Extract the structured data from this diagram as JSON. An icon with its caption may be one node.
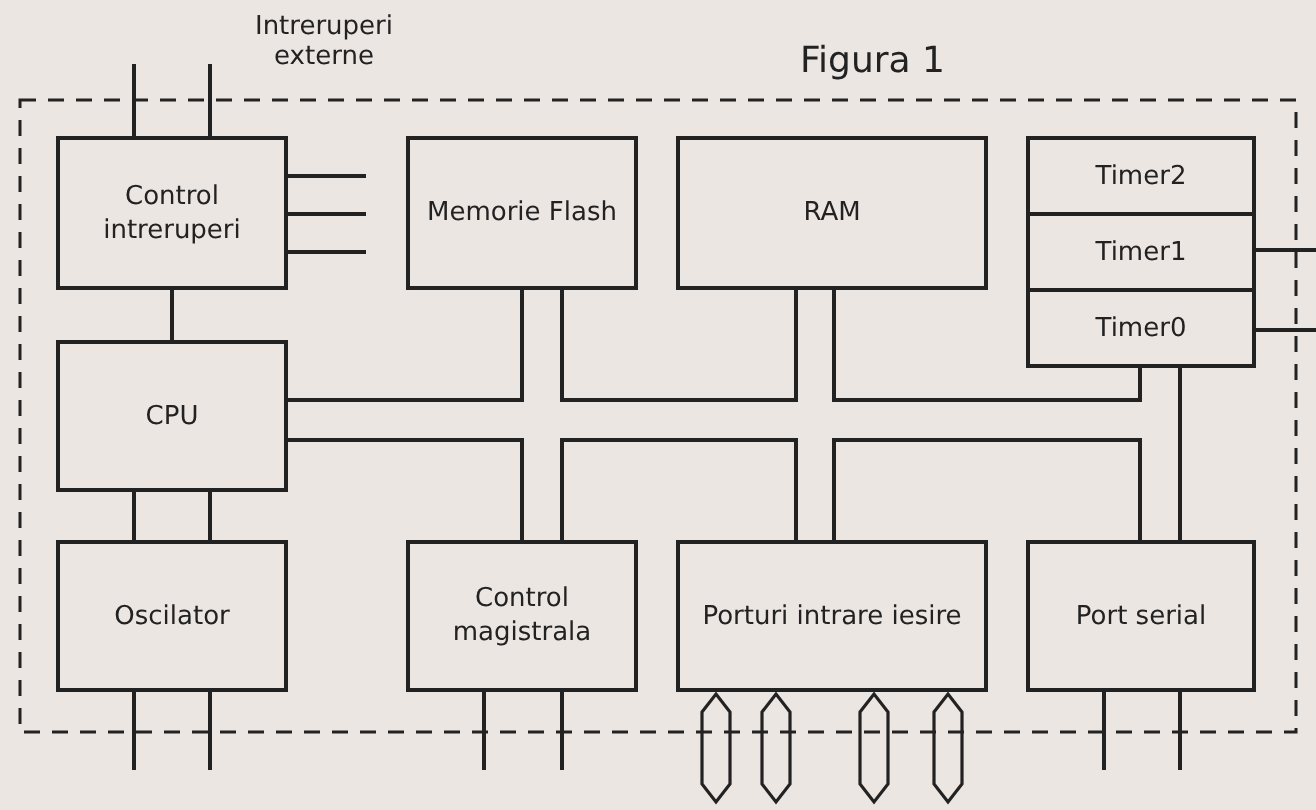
{
  "diagram": {
    "title": "Figura 1",
    "nodes": [
      {
        "text": [
          "Control intreruperi"
        ]
      },
      {
        "text": [
          "Memorie Flash"
        ]
      },
      {
        "text": [
          "RAM"
        ]
      },
      {
        "text": [
          "Timer2"
        ]
      },
      {
        "text": [
          "Timer1"
        ]
      },
      {
        "text": [
          "Timer0"
        ]
      },
      {
        "text": [
          "CPU"
        ]
      },
      {
        "text": [
          "Oscilator"
        ]
      },
      {
        "text": [
          "Control magistrala"
        ]
      },
      {
        "text": [
          "Porturi intrare iesire"
        ]
      },
      {
        "text": [
          "Port serial"
        ]
      }
    ],
    "edges": [
      {
        "from": null,
        "to": 0,
        "arrow": "none"
      },
      {
        "from": null,
        "to": 0,
        "arrow": "none"
      },
      {
        "from": 0,
        "to": null,
        "arrow": "none"
      },
      {
        "from": 0,
        "to": null,
        "arrow": "none"
      },
      {
        "from": 0,
        "to": null,
        "arrow": "none"
      },
      {
        "from": 0,
        "to": 6,
        "arrow": "none"
      },
      {
        "from": 4,
        "to": null,
        "arrow": "none"
      },
      {
        "from": 5,
        "to": null,
        "arrow": "none"
      },
      {
        "from": 6,
        "to": 7,
        "arrow": "none"
      },
      {
        "from": 6,
        "to": 7,
        "arrow": "none"
      },
      {
        "from": 7,
        "to": null,
        "arrow": "none"
      },
      {
        "from": 7,
        "to": null,
        "arrow": "none"
      },
      {
        "from": 8,
        "to": null,
        "arrow": "none"
      },
      {
        "from": 8,
        "to": null,
        "arrow": "none"
      },
      {
        "from": 10,
        "to": null,
        "arrow": "none"
      },
      {
        "from": 10,
        "to": null,
        "arrow": "none"
      },
      {
        "from": 6,
        "to": 1,
        "arrow": "none"
      },
      {
        "from": 1,
        "to": 2,
        "arrow": "none"
      },
      {
        "from": 2,
        "to": 5,
        "arrow": "none"
      },
      {
        "from": 5,
        "to": 10,
        "arrow": "none"
      },
      {
        "from": 6,
        "to": 8,
        "arrow": "none"
      },
      {
        "from": 8,
        "to": 9,
        "arrow": "none"
      },
      {
        "from": 9,
        "to": 10,
        "arrow": "none"
      }
    ],
    "labels": [
      "Intreruperi externe"
    ]
  }
}
